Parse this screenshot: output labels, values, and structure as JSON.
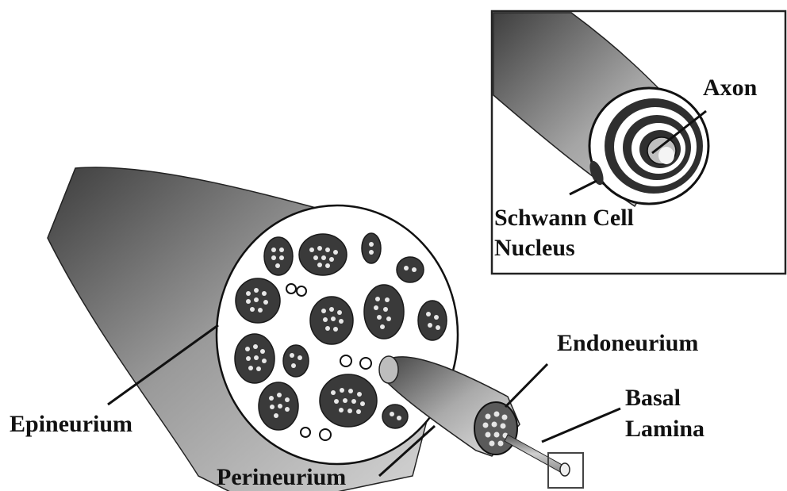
{
  "figure": {
    "labels": {
      "axon": "Axon",
      "schwann_line1": "Schwann Cell",
      "schwann_line2": "Nucleus",
      "endoneurium": "Endoneurium",
      "basal_line1": "Basal",
      "basal_line2": "Lamina",
      "epineurium": "Epineurium",
      "perineurium": "Perineurium"
    },
    "colors": {
      "ink": "#111111",
      "fascicle_fill": "#3a3a3a",
      "nerve_shade": "#6b6b6b",
      "background": "#ffffff"
    }
  }
}
